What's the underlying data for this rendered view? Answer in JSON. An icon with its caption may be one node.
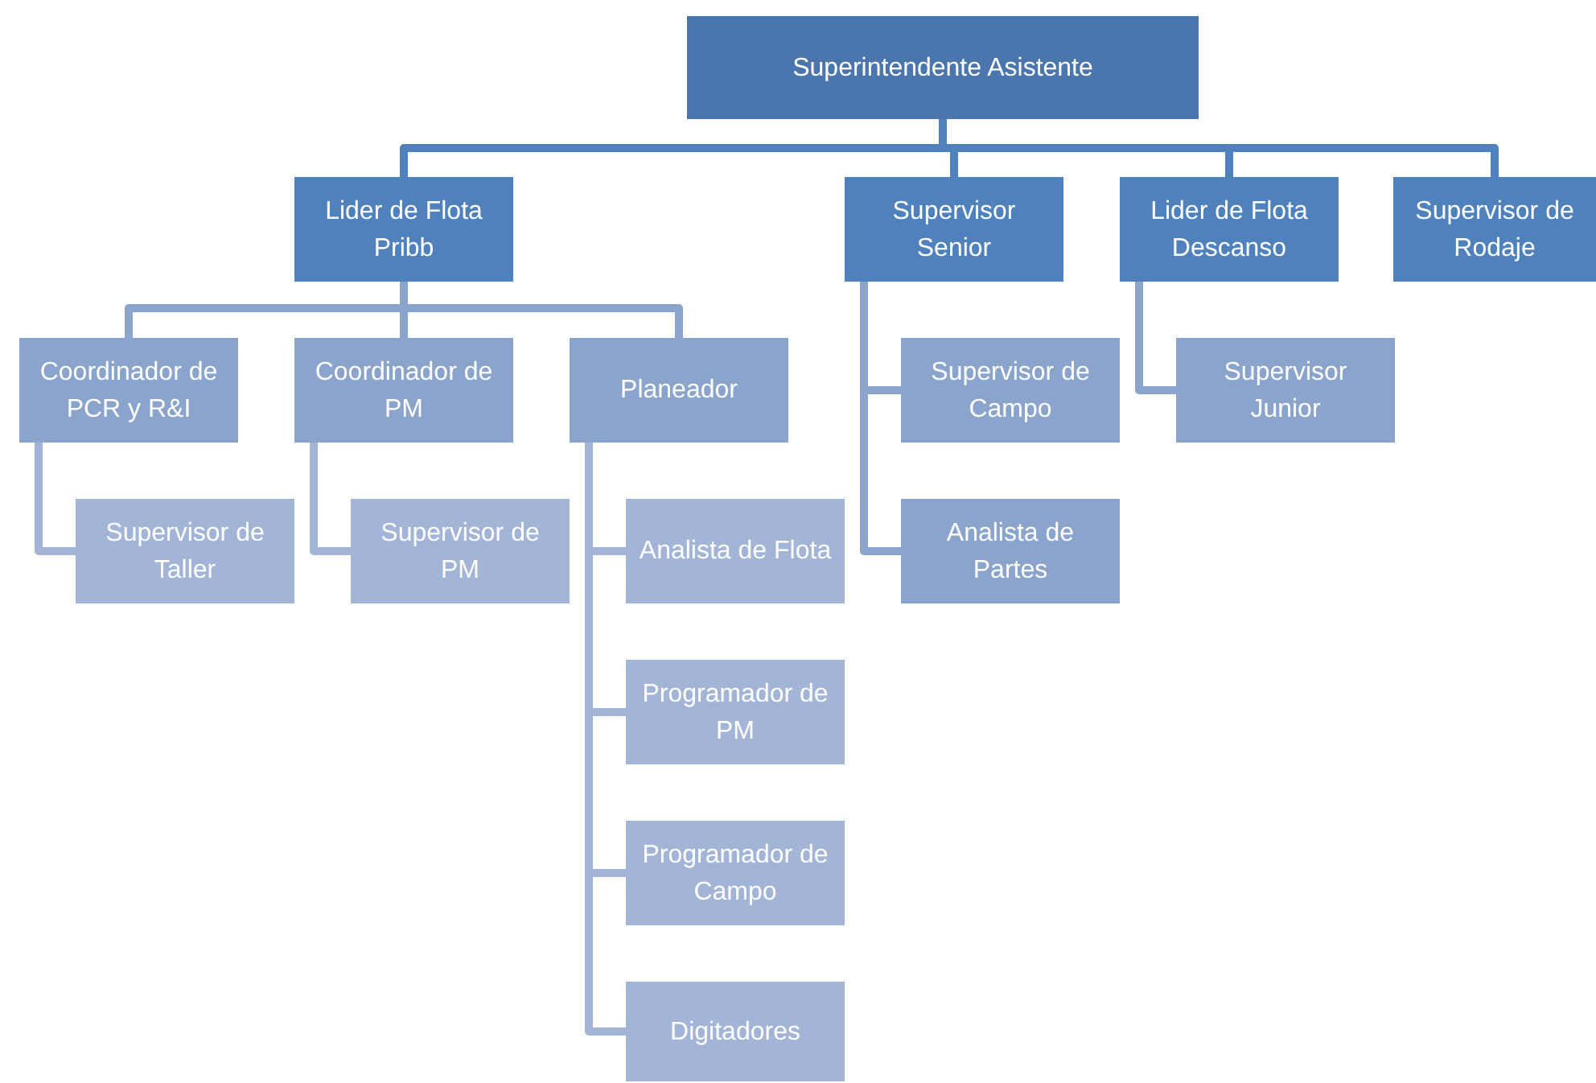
{
  "diagram": {
    "nodes": [
      {
        "text": [
          "Superintendente Asistente"
        ]
      },
      {
        "text": [
          "Lider de Flota Pribb"
        ]
      },
      {
        "text": [
          "Supervisor Senior"
        ]
      },
      {
        "text": [
          "Lider de Flota Descanso"
        ]
      },
      {
        "text": [
          "Supervisor de Rodaje"
        ]
      },
      {
        "text": [
          "Coordinador de PCR y R&I"
        ]
      },
      {
        "text": [
          "Coordinador de PM"
        ]
      },
      {
        "text": [
          "Planeador"
        ]
      },
      {
        "text": [
          "Supervisor de Campo"
        ]
      },
      {
        "text": [
          "Supervisor Junior"
        ]
      },
      {
        "text": [
          "Supervisor de Taller"
        ]
      },
      {
        "text": [
          "Supervisor de PM"
        ]
      },
      {
        "text": [
          "Analista de Flota"
        ]
      },
      {
        "text": [
          "Analista de Partes"
        ]
      },
      {
        "text": [
          "Programador de PM"
        ]
      },
      {
        "text": [
          "Programador de Campo"
        ]
      },
      {
        "text": [
          "Digitadores"
        ]
      }
    ],
    "edges": [
      {
        "from": 0,
        "to": 1,
        "arrow": "none",
        "color": "#4f81bd"
      },
      {
        "from": 0,
        "to": 2,
        "arrow": "none",
        "color": "#4f81bd"
      },
      {
        "from": 0,
        "to": 3,
        "arrow": "none",
        "color": "#4f81bd"
      },
      {
        "from": 0,
        "to": 4,
        "arrow": "none",
        "color": "#4f81bd"
      },
      {
        "from": 1,
        "to": 5,
        "arrow": "none",
        "color": "#8aa4cc"
      },
      {
        "from": 1,
        "to": 6,
        "arrow": "none",
        "color": "#8aa4cc"
      },
      {
        "from": 1,
        "to": 7,
        "arrow": "none",
        "color": "#8aa4cc"
      },
      {
        "from": 2,
        "to": 8,
        "arrow": "none",
        "color": "#8aa4cc"
      },
      {
        "from": 2,
        "to": 13,
        "arrow": "none",
        "color": "#8aa4cc"
      },
      {
        "from": 3,
        "to": 9,
        "arrow": "none",
        "color": "#8aa4cc"
      },
      {
        "from": 5,
        "to": 10,
        "arrow": "none",
        "color": "#a2b5d6"
      },
      {
        "from": 6,
        "to": 11,
        "arrow": "none",
        "color": "#a2b5d6"
      },
      {
        "from": 7,
        "to": 12,
        "arrow": "none",
        "color": "#a2b5d6"
      },
      {
        "from": 7,
        "to": 14,
        "arrow": "none",
        "color": "#a2b5d6"
      },
      {
        "from": 7,
        "to": 15,
        "arrow": "none",
        "color": "#a2b5d6"
      },
      {
        "from": 7,
        "to": 16,
        "arrow": "none",
        "color": "#a2b5d6"
      }
    ]
  }
}
